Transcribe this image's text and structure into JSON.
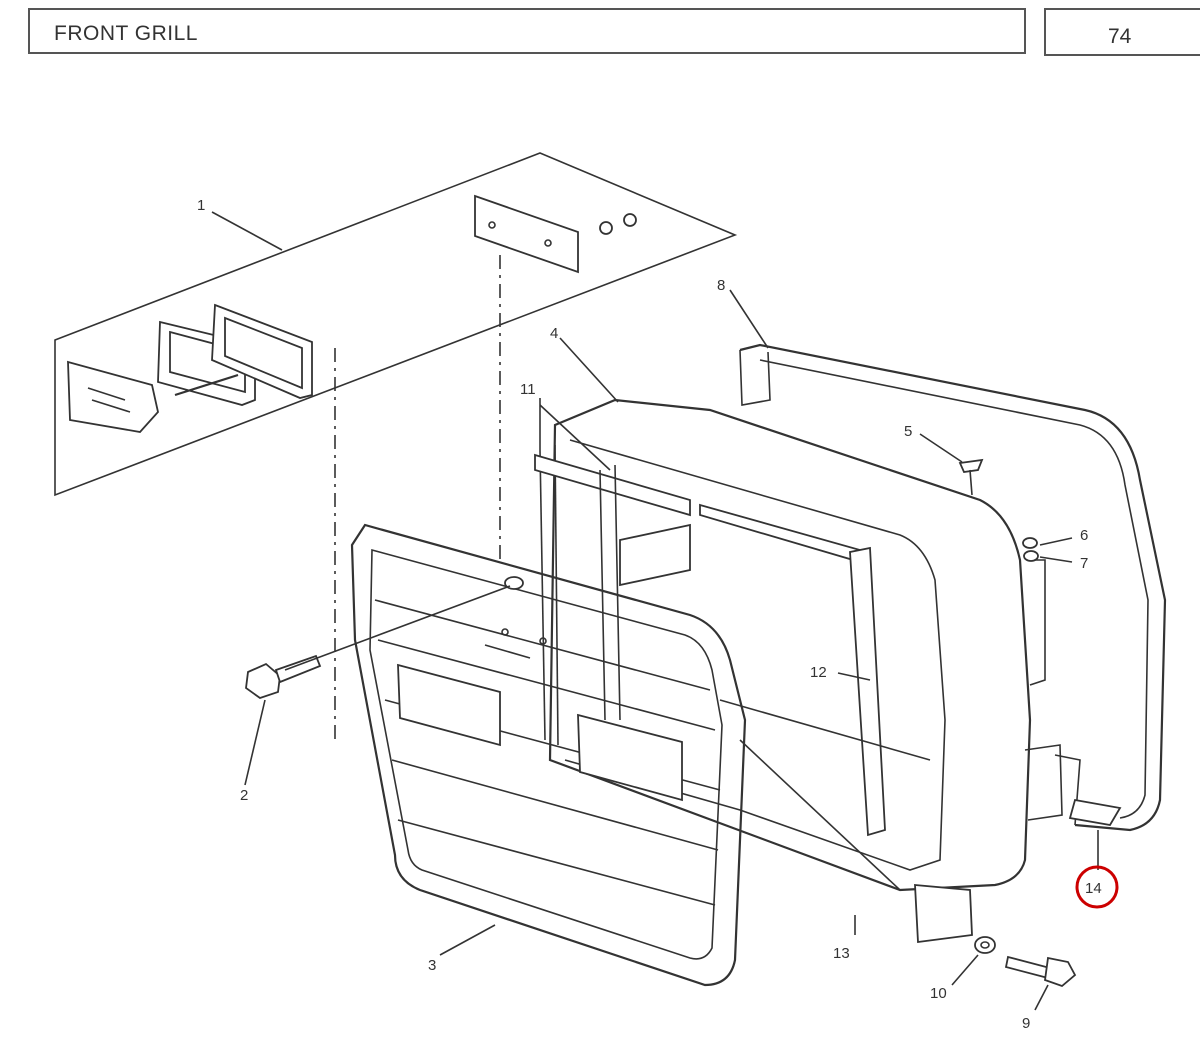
{
  "header": {
    "title": "FRONT GRILL",
    "page_number": "74"
  },
  "callouts": {
    "c1": "1",
    "c2": "2",
    "c3": "3",
    "c4": "4",
    "c5": "5",
    "c6": "6",
    "c7": "7",
    "c8": "8",
    "c9": "9",
    "c10": "10",
    "c11": "11",
    "c12": "12",
    "c13": "13",
    "c14": "14"
  },
  "highlight": {
    "part": "14",
    "color": "#cc0000"
  }
}
